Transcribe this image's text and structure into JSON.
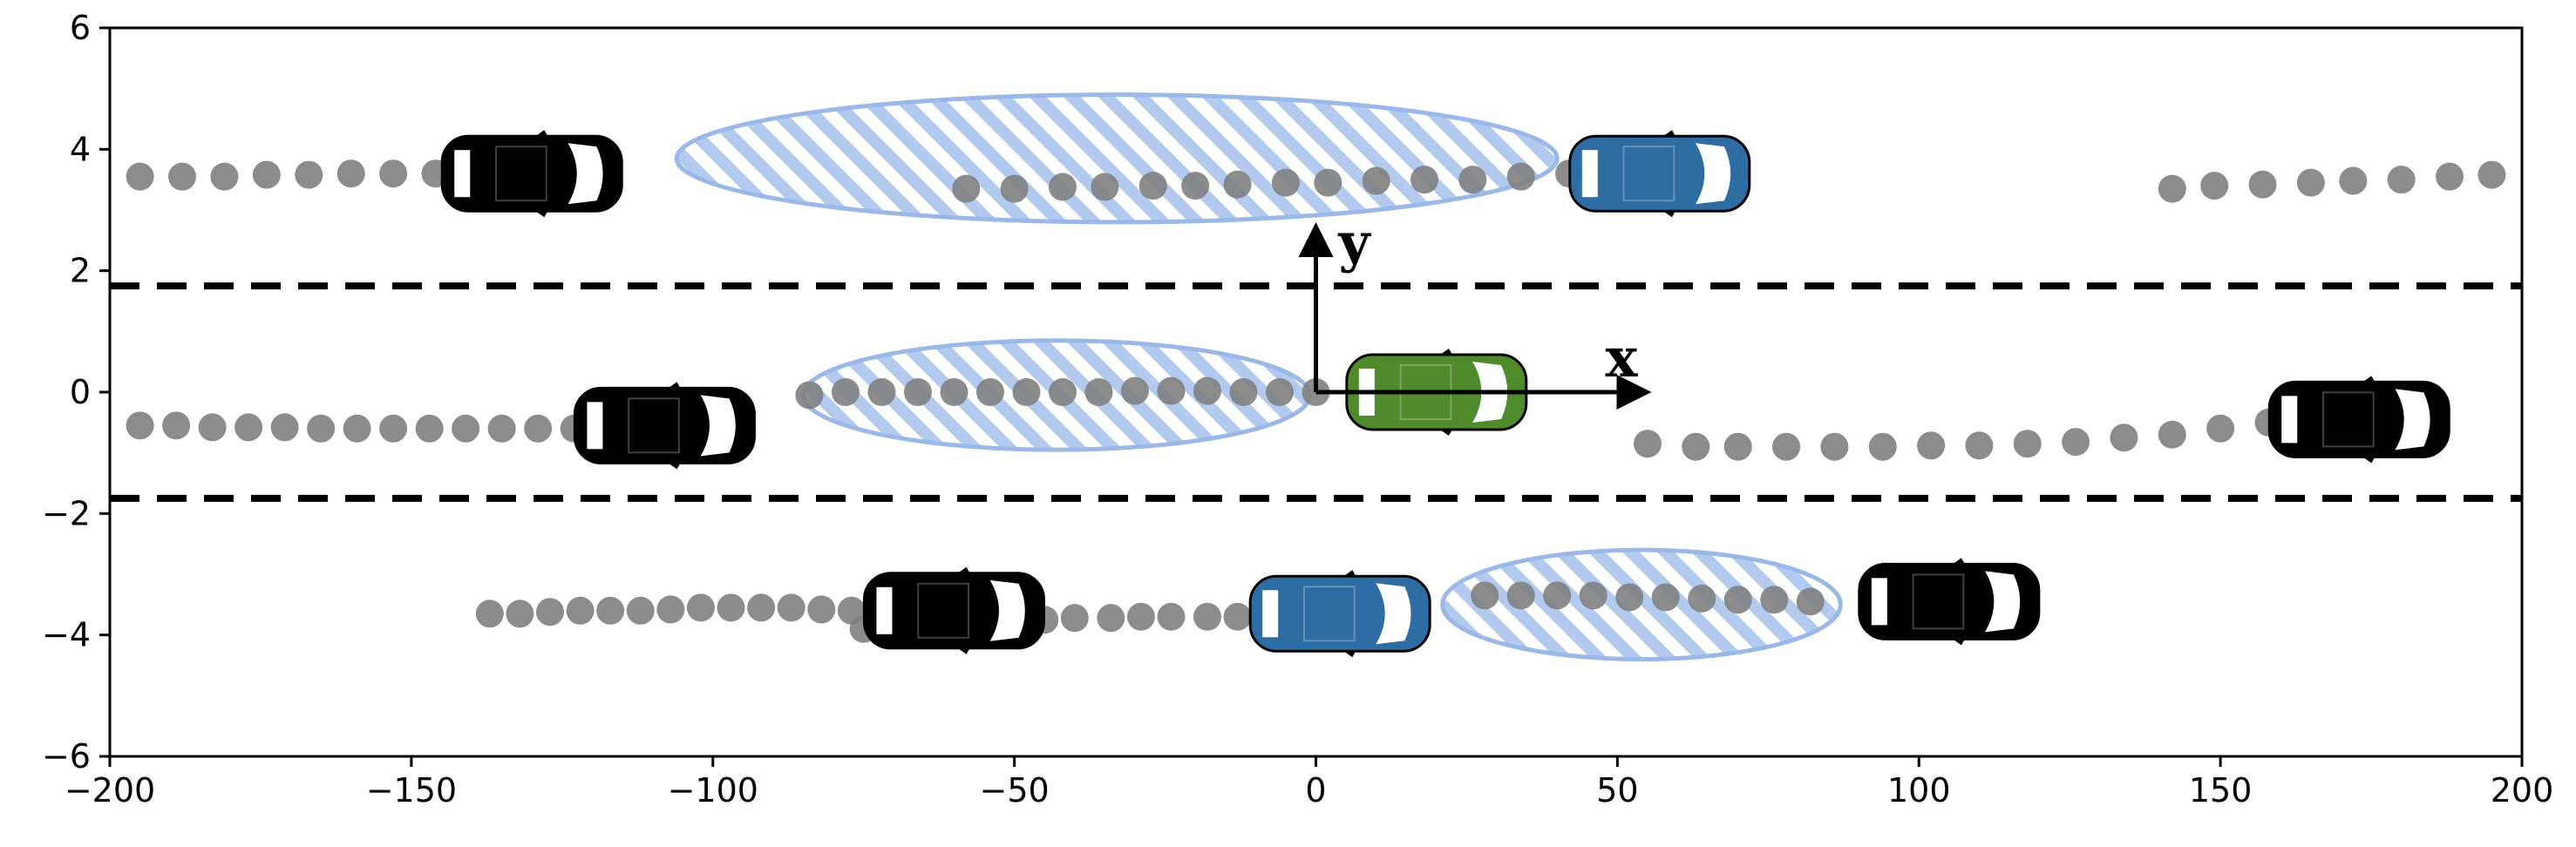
{
  "chart_data": {
    "type": "scatter",
    "title": "",
    "xlabel": "",
    "ylabel": "",
    "xlim": [
      -200,
      200
    ],
    "ylim": [
      -6,
      6
    ],
    "x_ticks": [
      -200,
      -150,
      -100,
      -50,
      0,
      50,
      100,
      150,
      200
    ],
    "y_ticks": [
      -6,
      -4,
      -2,
      0,
      2,
      4,
      6
    ],
    "x_tick_labels": [
      "−200",
      "−150",
      "−100",
      "−50",
      "0",
      "50",
      "100",
      "150",
      "200"
    ],
    "y_tick_labels": [
      "−6",
      "−4",
      "−2",
      "0",
      "2",
      "4",
      "6"
    ],
    "grid": false,
    "lane_dividers_y": [
      1.75,
      -1.75
    ],
    "ego_frame": {
      "origin": [
        0,
        0
      ],
      "x_axis_label": "x",
      "y_axis_label": "y"
    },
    "colors": {
      "trajectory_point": "#808080",
      "ego_vehicle": "#4f8a2b",
      "highlight_vehicle": "#2e6da4",
      "other_vehicle": "#000000",
      "uncertainty_region": "#9bb9e8"
    },
    "vehicles": [
      {
        "role": "other",
        "x": -130,
        "y": 3.6
      },
      {
        "role": "highlight",
        "x": 57,
        "y": 3.6
      },
      {
        "role": "other",
        "x": -108,
        "y": -0.55
      },
      {
        "role": "ego",
        "x": 20,
        "y": 0
      },
      {
        "role": "other",
        "x": 173,
        "y": -0.45
      },
      {
        "role": "other",
        "x": -60,
        "y": -3.6
      },
      {
        "role": "highlight",
        "x": 4,
        "y": -3.65
      },
      {
        "role": "other",
        "x": 105,
        "y": -3.45
      }
    ],
    "uncertainty_regions": [
      {
        "cx": -33,
        "cy": 3.85,
        "rx": 73,
        "ry": 1.05
      },
      {
        "cx": -43,
        "cy": -0.05,
        "rx": 42,
        "ry": 0.9
      },
      {
        "cx": 54,
        "cy": -3.5,
        "rx": 33,
        "ry": 0.9
      }
    ],
    "series": [
      {
        "x": [
          -195,
          -188,
          -181,
          -174,
          -167,
          -160,
          -153,
          -146,
          -139
        ],
        "y": [
          3.55,
          3.55,
          3.55,
          3.58,
          3.58,
          3.6,
          3.6,
          3.6,
          3.6
        ]
      },
      {
        "x": [
          -58,
          -50,
          -42,
          -35,
          -27,
          -20,
          -13,
          -5,
          2,
          10,
          18,
          26,
          34,
          42
        ],
        "y": [
          3.35,
          3.35,
          3.38,
          3.38,
          3.4,
          3.4,
          3.42,
          3.45,
          3.45,
          3.48,
          3.5,
          3.5,
          3.55,
          3.6
        ]
      },
      {
        "x": [
          142,
          149,
          157,
          165,
          172,
          180,
          188,
          195
        ],
        "y": [
          3.35,
          3.4,
          3.42,
          3.45,
          3.48,
          3.5,
          3.55,
          3.58
        ]
      },
      {
        "x": [
          -195,
          -189,
          -183,
          -177,
          -171,
          -165,
          -159,
          -153,
          -147,
          -141,
          -135,
          -129,
          -123,
          -117,
          -111
        ],
        "y": [
          -0.55,
          -0.55,
          -0.58,
          -0.58,
          -0.58,
          -0.6,
          -0.6,
          -0.6,
          -0.6,
          -0.6,
          -0.6,
          -0.6,
          -0.6,
          -0.6,
          -0.6
        ]
      },
      {
        "x": [
          -84,
          -78,
          -72,
          -66,
          -60,
          -54,
          -48,
          -42,
          -36,
          -30,
          -24,
          -18,
          -12,
          -6,
          0
        ],
        "y": [
          -0.05,
          0,
          0,
          0,
          0,
          0,
          0,
          0,
          0,
          0.02,
          0.02,
          0.02,
          0,
          0,
          0
        ]
      },
      {
        "x": [
          55,
          63,
          70,
          78,
          86,
          94,
          102,
          110,
          118,
          126,
          134,
          142,
          150,
          158
        ],
        "y": [
          -0.85,
          -0.9,
          -0.9,
          -0.9,
          -0.9,
          -0.9,
          -0.88,
          -0.88,
          -0.85,
          -0.82,
          -0.75,
          -0.7,
          -0.6,
          -0.5
        ]
      },
      {
        "x": [
          -137,
          -132,
          -127,
          -122,
          -117,
          -112,
          -107,
          -102,
          -97,
          -92,
          -87,
          -82,
          -77,
          -72
        ],
        "y": [
          -3.65,
          -3.65,
          -3.62,
          -3.6,
          -3.6,
          -3.6,
          -3.58,
          -3.55,
          -3.55,
          -3.55,
          -3.55,
          -3.58,
          -3.6,
          -3.62
        ]
      },
      {
        "x": [
          -75,
          -69,
          -63,
          -57,
          -51,
          -45,
          -40,
          -34,
          -29,
          -24,
          -18,
          -13,
          -8
        ],
        "y": [
          -3.9,
          -3.85,
          -3.82,
          -3.8,
          -3.78,
          -3.75,
          -3.72,
          -3.72,
          -3.7,
          -3.7,
          -3.7,
          -3.7,
          -3.68
        ]
      },
      {
        "x": [
          28,
          34,
          40,
          46,
          52,
          58,
          64,
          70,
          76,
          82
        ],
        "y": [
          -3.35,
          -3.35,
          -3.35,
          -3.35,
          -3.38,
          -3.38,
          -3.4,
          -3.42,
          -3.42,
          -3.45
        ]
      }
    ]
  }
}
